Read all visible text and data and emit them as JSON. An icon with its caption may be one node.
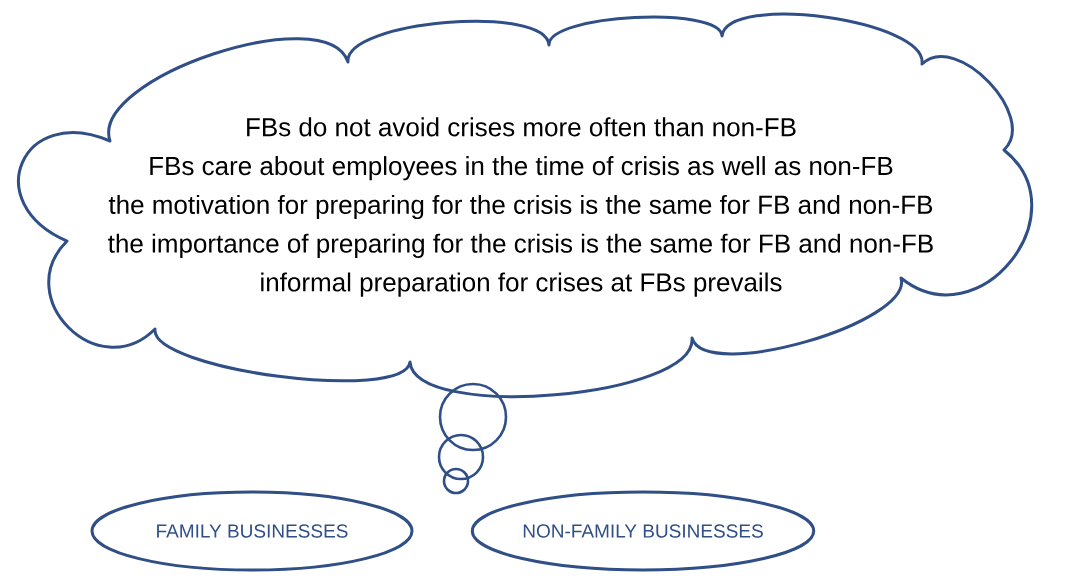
{
  "diagram": {
    "nodes": [
      {
        "text": [
          "FBs do not avoid crises more often than non-FB",
          "FBs care about employees in the time of crisis as well as non-FB",
          "the motivation for preparing for the crisis is the same for FB and non-FB",
          "the importance of preparing for the crisis is the same for FB and non-FB",
          "informal preparation for crises at FBs prevails"
        ]
      },
      {
        "text": [
          "FAMILY BUSINESSES"
        ]
      },
      {
        "text": [
          "NON-FAMILY BUSINESSES"
        ]
      }
    ]
  }
}
